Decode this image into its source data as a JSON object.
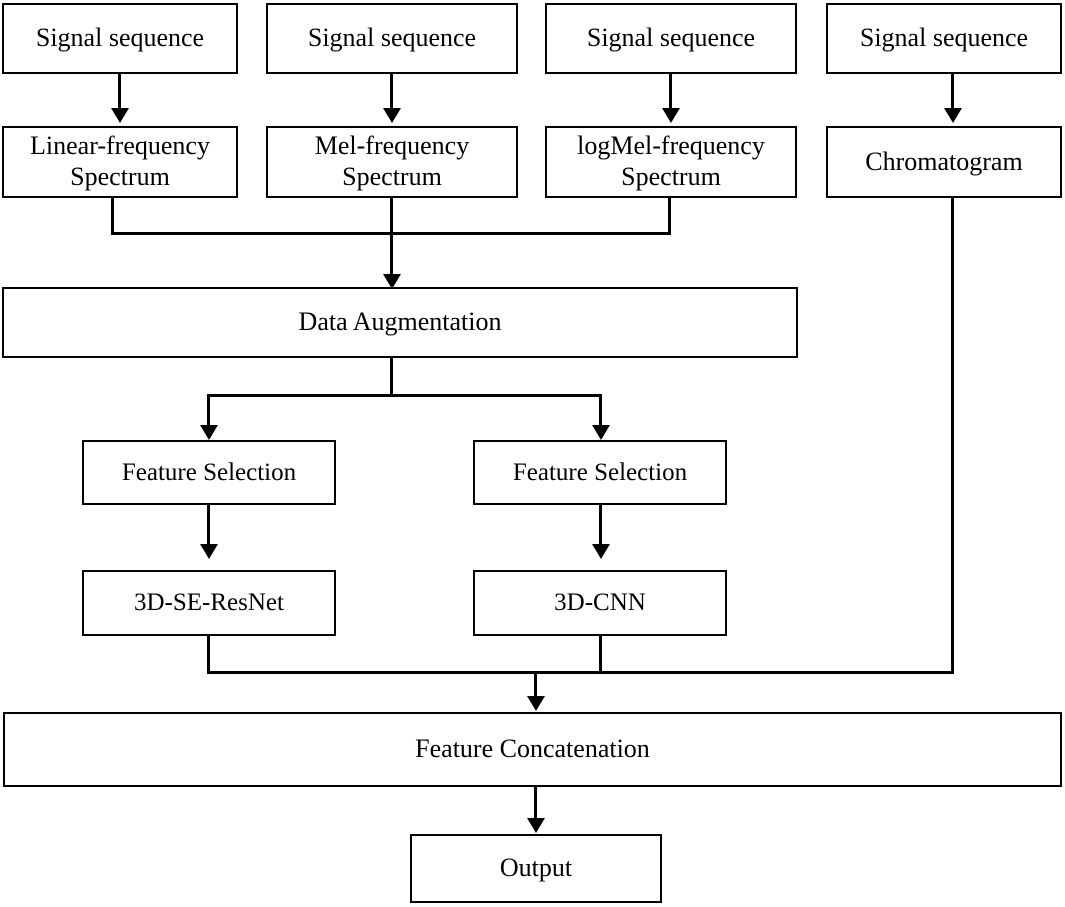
{
  "diagram": {
    "title": "Multi-branch audio feature extraction and classification pipeline",
    "background_color": "#ffffff",
    "line_color": "#000000",
    "nodes": {
      "signal_sequence_1": "Signal sequence",
      "signal_sequence_2": "Signal sequence",
      "signal_sequence_3": "Signal sequence",
      "signal_sequence_4": "Signal sequence",
      "linear_frequency_spectrum": "Linear-frequency\nSpectrum",
      "mel_frequency_spectrum": "Mel-frequency\nSpectrum",
      "logmel_frequency_spectrum": "logMel-frequency\nSpectrum",
      "chromatogram": "Chromatogram",
      "data_augmentation": "Data Augmentation",
      "feature_selection_left": "Feature Selection",
      "feature_selection_right": "Feature Selection",
      "model_3d_se_resnet": "3D-SE-ResNet",
      "model_3d_cnn": "3D-CNN",
      "feature_concatenation": "Feature Concatenation",
      "output": "Output"
    }
  }
}
